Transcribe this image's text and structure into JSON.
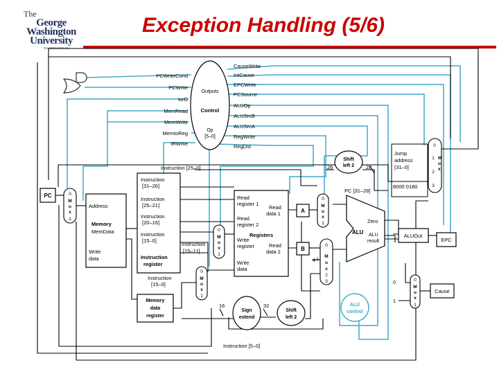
{
  "slide": {
    "title": "Exception Handling (5/6)",
    "logo": {
      "line1": "The",
      "line2": "George",
      "line3": "Washington",
      "line4": "University",
      "line5": "WASHINGTON DC"
    }
  },
  "colors": {
    "title": "#cc0000",
    "control": "#3fa9c9",
    "logo": "#1b2f5e"
  },
  "control": {
    "left_signals": [
      "PCWriteCond",
      "PCWrite",
      "IorD",
      "MemRead",
      "MemWrite",
      "MemtoReg",
      "IRWrite"
    ],
    "right_signals": [
      "CauseWrite",
      "IntCause",
      "EPCWrite",
      "PCSource",
      "ALUOp",
      "ALUSrcB",
      "ALUSrcA",
      "RegWrite",
      "RegDst"
    ],
    "outputs_label": "Outputs",
    "control_label": "Control",
    "op_label": "Op",
    "op_bits": "[5–0]"
  },
  "blocks": {
    "pc": "PC",
    "memory": {
      "address": "Address",
      "memory": "Memory",
      "memdata": "MemData",
      "write": "Write",
      "data": "data"
    },
    "ir": {
      "f1": "Instruction",
      "f1b": "[31–26]",
      "f2": "Instruction",
      "f2b": "[25–21]",
      "f3": "Instruction",
      "f3b": "[20–16]",
      "f4": "Instruction",
      "f4b": "[15–0]",
      "name1": "Instruction",
      "name2": "register"
    },
    "inst_15_0": [
      "Instruction",
      "[15–0]"
    ],
    "inst_15_11": [
      "Instruction",
      "[15–11]"
    ],
    "inst_25_0": "Instruction [25–0]",
    "inst_5_0": "Instruction [5–0]",
    "mdr": [
      "Memory",
      "data",
      "register"
    ],
    "regs": {
      "rr1": [
        "Read",
        "register 1"
      ],
      "rr2": [
        "Read",
        "register 2"
      ],
      "wr": [
        "Write",
        "register"
      ],
      "wd": [
        "Write",
        "data"
      ],
      "rd1": [
        "Read",
        "data 1"
      ],
      "rd2": [
        "Read",
        "data 2"
      ],
      "name": "Registers"
    },
    "a": "A",
    "b": "B",
    "signext": [
      "Sign",
      "extend"
    ],
    "shl2_top": [
      "Shift",
      "left 2"
    ],
    "shl2_bottom": [
      "Shift",
      "left 2"
    ],
    "alu": {
      "zero": "Zero",
      "alu": "ALU",
      "result1": "ALU",
      "result2": "result"
    },
    "alucontrol": [
      "ALU",
      "control"
    ],
    "aluout": "ALUOut",
    "epc": "EPC",
    "cause": "Cause",
    "jump": [
      "Jump",
      "address",
      "[31–0]"
    ],
    "const": "8000 0180",
    "pc31": "PC [31–28]",
    "widths": {
      "w26": "26",
      "w28": "28",
      "w16": "16",
      "w32": "32"
    },
    "four": "4"
  },
  "mux": {
    "letters": [
      "M",
      "u",
      "x"
    ],
    "ports": {
      "p0": "0",
      "p1": "1",
      "p2": "2",
      "p3": "3"
    }
  }
}
